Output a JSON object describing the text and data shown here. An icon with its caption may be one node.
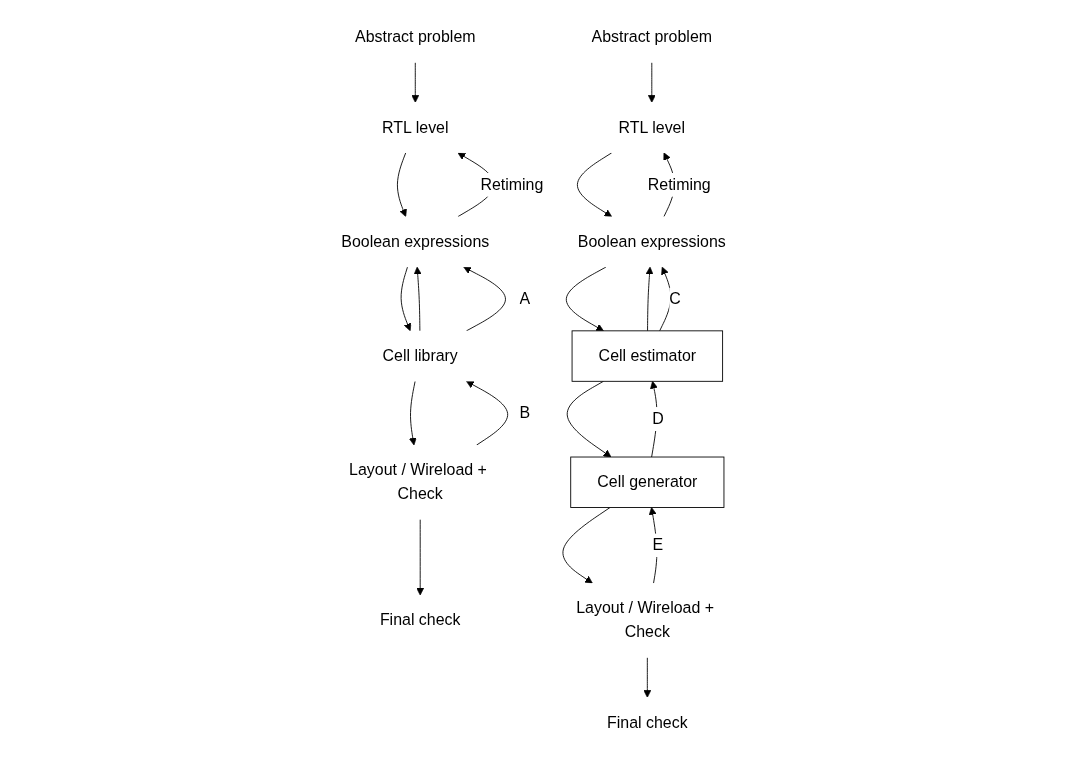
{
  "diagram": {
    "nodes": [
      {
        "text": [
          "Abstract problem"
        ]
      },
      {
        "text": [
          "RTL level"
        ]
      },
      {
        "text": [
          "Boolean expressions"
        ]
      },
      {
        "text": [
          "Cell library"
        ]
      },
      {
        "text": [
          "Layout / Wireload + Check"
        ]
      },
      {
        "text": [
          "Final check"
        ]
      },
      {
        "text": [
          "Abstract problem"
        ]
      },
      {
        "text": [
          "RTL level"
        ]
      },
      {
        "text": [
          "Boolean expressions"
        ]
      },
      {
        "text": [
          "Cell estimator"
        ]
      },
      {
        "text": [
          "Cell generator"
        ]
      },
      {
        "text": [
          "Layout / Wireload + Check"
        ]
      },
      {
        "text": [
          "Final check"
        ]
      }
    ],
    "edges": [
      {
        "from": 0,
        "to": 1,
        "arrow": "to"
      },
      {
        "from": 1,
        "to": 2,
        "arrow": "to"
      },
      {
        "from": 2,
        "to": 1,
        "arrow": "to",
        "label": "Retiming"
      },
      {
        "from": 2,
        "to": 3,
        "arrow": "to"
      },
      {
        "from": 3,
        "to": 2,
        "arrow": "to"
      },
      {
        "from": 3,
        "to": 2,
        "arrow": "to",
        "label": "A"
      },
      {
        "from": 4,
        "to": 3,
        "arrow": "to",
        "label": "B"
      },
      {
        "from": 3,
        "to": 4,
        "arrow": "to"
      },
      {
        "from": 4,
        "to": 5,
        "arrow": "to"
      },
      {
        "from": 6,
        "to": 7,
        "arrow": "to"
      },
      {
        "from": 7,
        "to": 8,
        "arrow": "to"
      },
      {
        "from": 8,
        "to": 7,
        "arrow": "to",
        "label": "Retiming"
      },
      {
        "from": 8,
        "to": 9,
        "arrow": "to"
      },
      {
        "from": 9,
        "to": 8,
        "arrow": "to"
      },
      {
        "from": 9,
        "to": 8,
        "arrow": "to",
        "label": "C"
      },
      {
        "from": 10,
        "to": 9,
        "arrow": "to",
        "label": "D"
      },
      {
        "from": 9,
        "to": 10,
        "arrow": "to"
      },
      {
        "from": 11,
        "to": 10,
        "arrow": "to",
        "label": "E"
      },
      {
        "from": 10,
        "to": 11,
        "arrow": "to"
      },
      {
        "from": 11,
        "to": 12,
        "arrow": "to"
      }
    ]
  }
}
